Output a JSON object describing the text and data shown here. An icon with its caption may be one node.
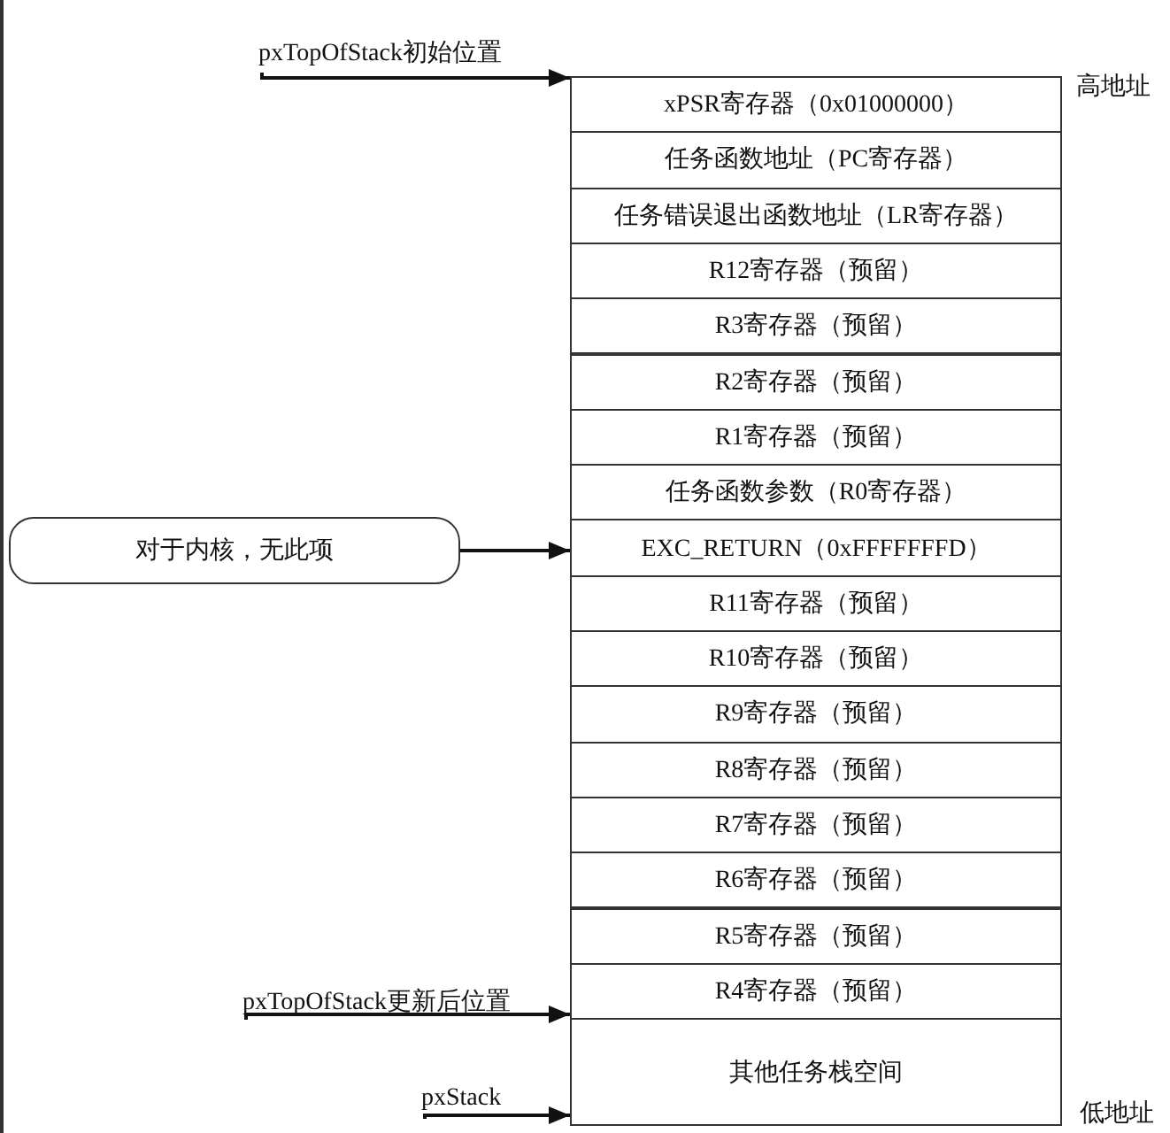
{
  "diagram": {
    "nodes": [
      {
        "text": [
          "pxTopOfStack初始位置"
        ]
      },
      {
        "text": [
          "xPSR寄存器（0x01000000）"
        ]
      },
      {
        "text": [
          "任务函数地址（PC寄存器）"
        ]
      },
      {
        "text": [
          "任务错误退出函数地址（LR寄存器）"
        ]
      },
      {
        "text": [
          "R12寄存器（预留）"
        ]
      },
      {
        "text": [
          "R3寄存器（预留）"
        ]
      },
      {
        "text": [
          "R2寄存器（预留）"
        ]
      },
      {
        "text": [
          "R1寄存器（预留）"
        ]
      },
      {
        "text": [
          "任务函数参数（R0寄存器）"
        ]
      },
      {
        "text": [
          "EXC_RETURN（0xFFFFFFFD）"
        ]
      },
      {
        "text": [
          "R11寄存器（预留）"
        ]
      },
      {
        "text": [
          "R10寄存器（预留）"
        ]
      },
      {
        "text": [
          "R9寄存器（预留）"
        ]
      },
      {
        "text": [
          "R8寄存器（预留）"
        ]
      },
      {
        "text": [
          "R7寄存器（预留）"
        ]
      },
      {
        "text": [
          "R6寄存器（预留）"
        ]
      },
      {
        "text": [
          "R5寄存器（预留）"
        ]
      },
      {
        "text": [
          "R4寄存器（预留）"
        ]
      },
      {
        "text": [
          "其他任务栈空间"
        ]
      },
      {
        "text": [
          "对于内核，无此项"
        ]
      },
      {
        "text": [
          "pxTopOfStack更新后位置"
        ]
      },
      {
        "text": [
          "pxStack"
        ]
      }
    ],
    "edges": [
      {
        "from": 0,
        "to": 1,
        "arrow": "to"
      },
      {
        "from": 19,
        "to": 9,
        "arrow": "to"
      },
      {
        "from": 20,
        "to": 17,
        "arrow": "to"
      },
      {
        "from": 21,
        "to": 18,
        "arrow": "to"
      }
    ],
    "labels": [
      "高地址",
      "低地址"
    ]
  }
}
